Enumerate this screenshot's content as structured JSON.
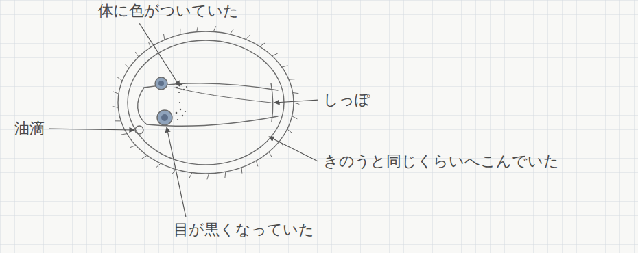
{
  "diagram": {
    "labels": [
      "体に色がついていた",
      "油滴",
      "しっぽ",
      "きのうと同じくらいへこんでいた",
      "目が黒くなっていた"
    ]
  }
}
